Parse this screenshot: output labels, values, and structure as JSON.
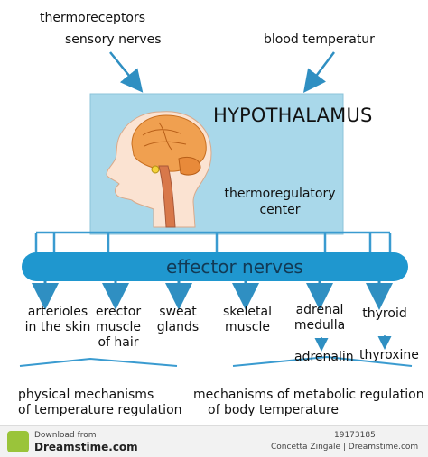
{
  "inputs": {
    "thermoreceptors": "thermoreceptors",
    "sensory_nerves": "sensory nerves",
    "blood_temperature": "blood temperatur"
  },
  "center_box": {
    "title": "HYPOTHALAMUS",
    "subtitle_line1": "thermoregulatory",
    "subtitle_line2": "center"
  },
  "effector_bar": {
    "label": "effector nerves"
  },
  "effectors": [
    {
      "line1": "arterioles",
      "line2": "in the  skin",
      "line3": ""
    },
    {
      "line1": "erector",
      "line2": "muscle",
      "line3": "of hair"
    },
    {
      "line1": "sweat",
      "line2": "glands",
      "line3": ""
    },
    {
      "line1": "skeletal",
      "line2": "muscle",
      "line3": ""
    },
    {
      "line1": "adrenal",
      "line2": "medulla",
      "line3": ""
    },
    {
      "line1": "thyroid",
      "line2": "",
      "line3": ""
    }
  ],
  "secondary": {
    "adrenalin": "adrenalin",
    "thyroxine": "thyroxine"
  },
  "groups": {
    "physical_line1": "physical mechanisms",
    "physical_line2": "of temperature regulation",
    "metabolic_line1": "mechanisms of metabolic regulation",
    "metabolic_line2": "of body temperature"
  },
  "footer": {
    "download_text": "Download from",
    "brand": "Dreamstime.com",
    "id_text": "19173185",
    "credit": "Concetta  Zingale | Dreamstime.com"
  },
  "colors": {
    "box_fill": "#a9d8ea",
    "bar_fill": "#1f97cf",
    "arrow": "#2f8fc2",
    "connector": "#3a9bd0",
    "brain": "#f0a050",
    "skin": "#fbe3d2"
  },
  "icons": [
    "human-head-brain-illustration",
    "dreamstime-logo-icon"
  ]
}
